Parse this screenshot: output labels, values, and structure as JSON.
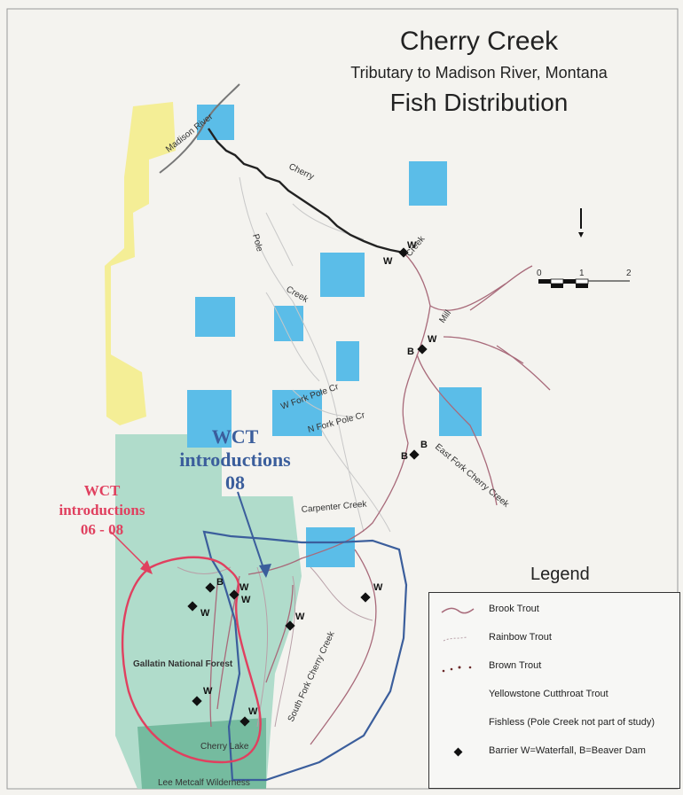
{
  "title": "Cherry Creek",
  "subtitle": "Tributary to Madison River, Montana",
  "heading": "Fish Distribution",
  "annotations": {
    "wct_08_line1": "WCT",
    "wct_08_line2": "introductions",
    "wct_08_line3": "08",
    "wct_0608_line1": "WCT",
    "wct_0608_line2": "introductions",
    "wct_0608_line3": "06 - 08"
  },
  "map_labels": {
    "madison_river": "Madison River",
    "cherry": "Cherry",
    "creek": "Creek",
    "pole": "Pole",
    "pole_creek": "Creek",
    "mill": "Mill",
    "east_fork": "East Fork Cherry Creek",
    "carpenter": "Carpenter Creek",
    "south_fork": "South Fork Cherry Creek",
    "gallatin": "Gallatin National Forest",
    "cherry_lake": "Cherry Lake",
    "wilderness": "Lee Metcalf Wilderness",
    "n_fork_pole": "N Fork Pole Cr",
    "w_fork_pole": "W Fork Pole Cr"
  },
  "scale": {
    "ticks": [
      "0",
      "1",
      "2"
    ]
  },
  "legend": {
    "title": "Legend",
    "items": [
      {
        "label": "Brook Trout",
        "symbol": "brook-trout-line",
        "color": "#a86a7a"
      },
      {
        "label": "Rainbow Trout",
        "symbol": "rainbow-trout-line",
        "color": "#b8a0a8"
      },
      {
        "label": "Brown Trout",
        "symbol": "brown-trout-dots",
        "color": "#6b2a2a"
      },
      {
        "label": "Yellowstone Cutthroat Trout",
        "symbol": "cutthroat-line",
        "color": "#222222"
      },
      {
        "label": "Fishless (Pole Creek not part of study)",
        "symbol": "fishless-line",
        "color": "#c8c8c8"
      },
      {
        "label": "Barrier  W=Waterfall, B=Beaver Dam",
        "symbol": "barrier-diamond",
        "color": "#111111"
      }
    ]
  },
  "barriers": [
    {
      "letter": "W"
    },
    {
      "letter": "W"
    },
    {
      "letter": "W"
    },
    {
      "letter": "B"
    },
    {
      "letter": "B"
    },
    {
      "letter": "B"
    },
    {
      "letter": "B"
    },
    {
      "letter": "W"
    },
    {
      "letter": "W"
    },
    {
      "letter": "W"
    },
    {
      "letter": "W"
    },
    {
      "letter": "W"
    }
  ],
  "colors": {
    "state_land": "#5bbde8",
    "national_forest": "#a9d9c7",
    "wilderness": "#6fb79a",
    "yellow_band": "#f3ec86",
    "wct_red": "#e0405f",
    "wct_blue": "#3b5e9c",
    "cutthroat_black": "#222222",
    "brook_trout": "#a86a7a"
  }
}
